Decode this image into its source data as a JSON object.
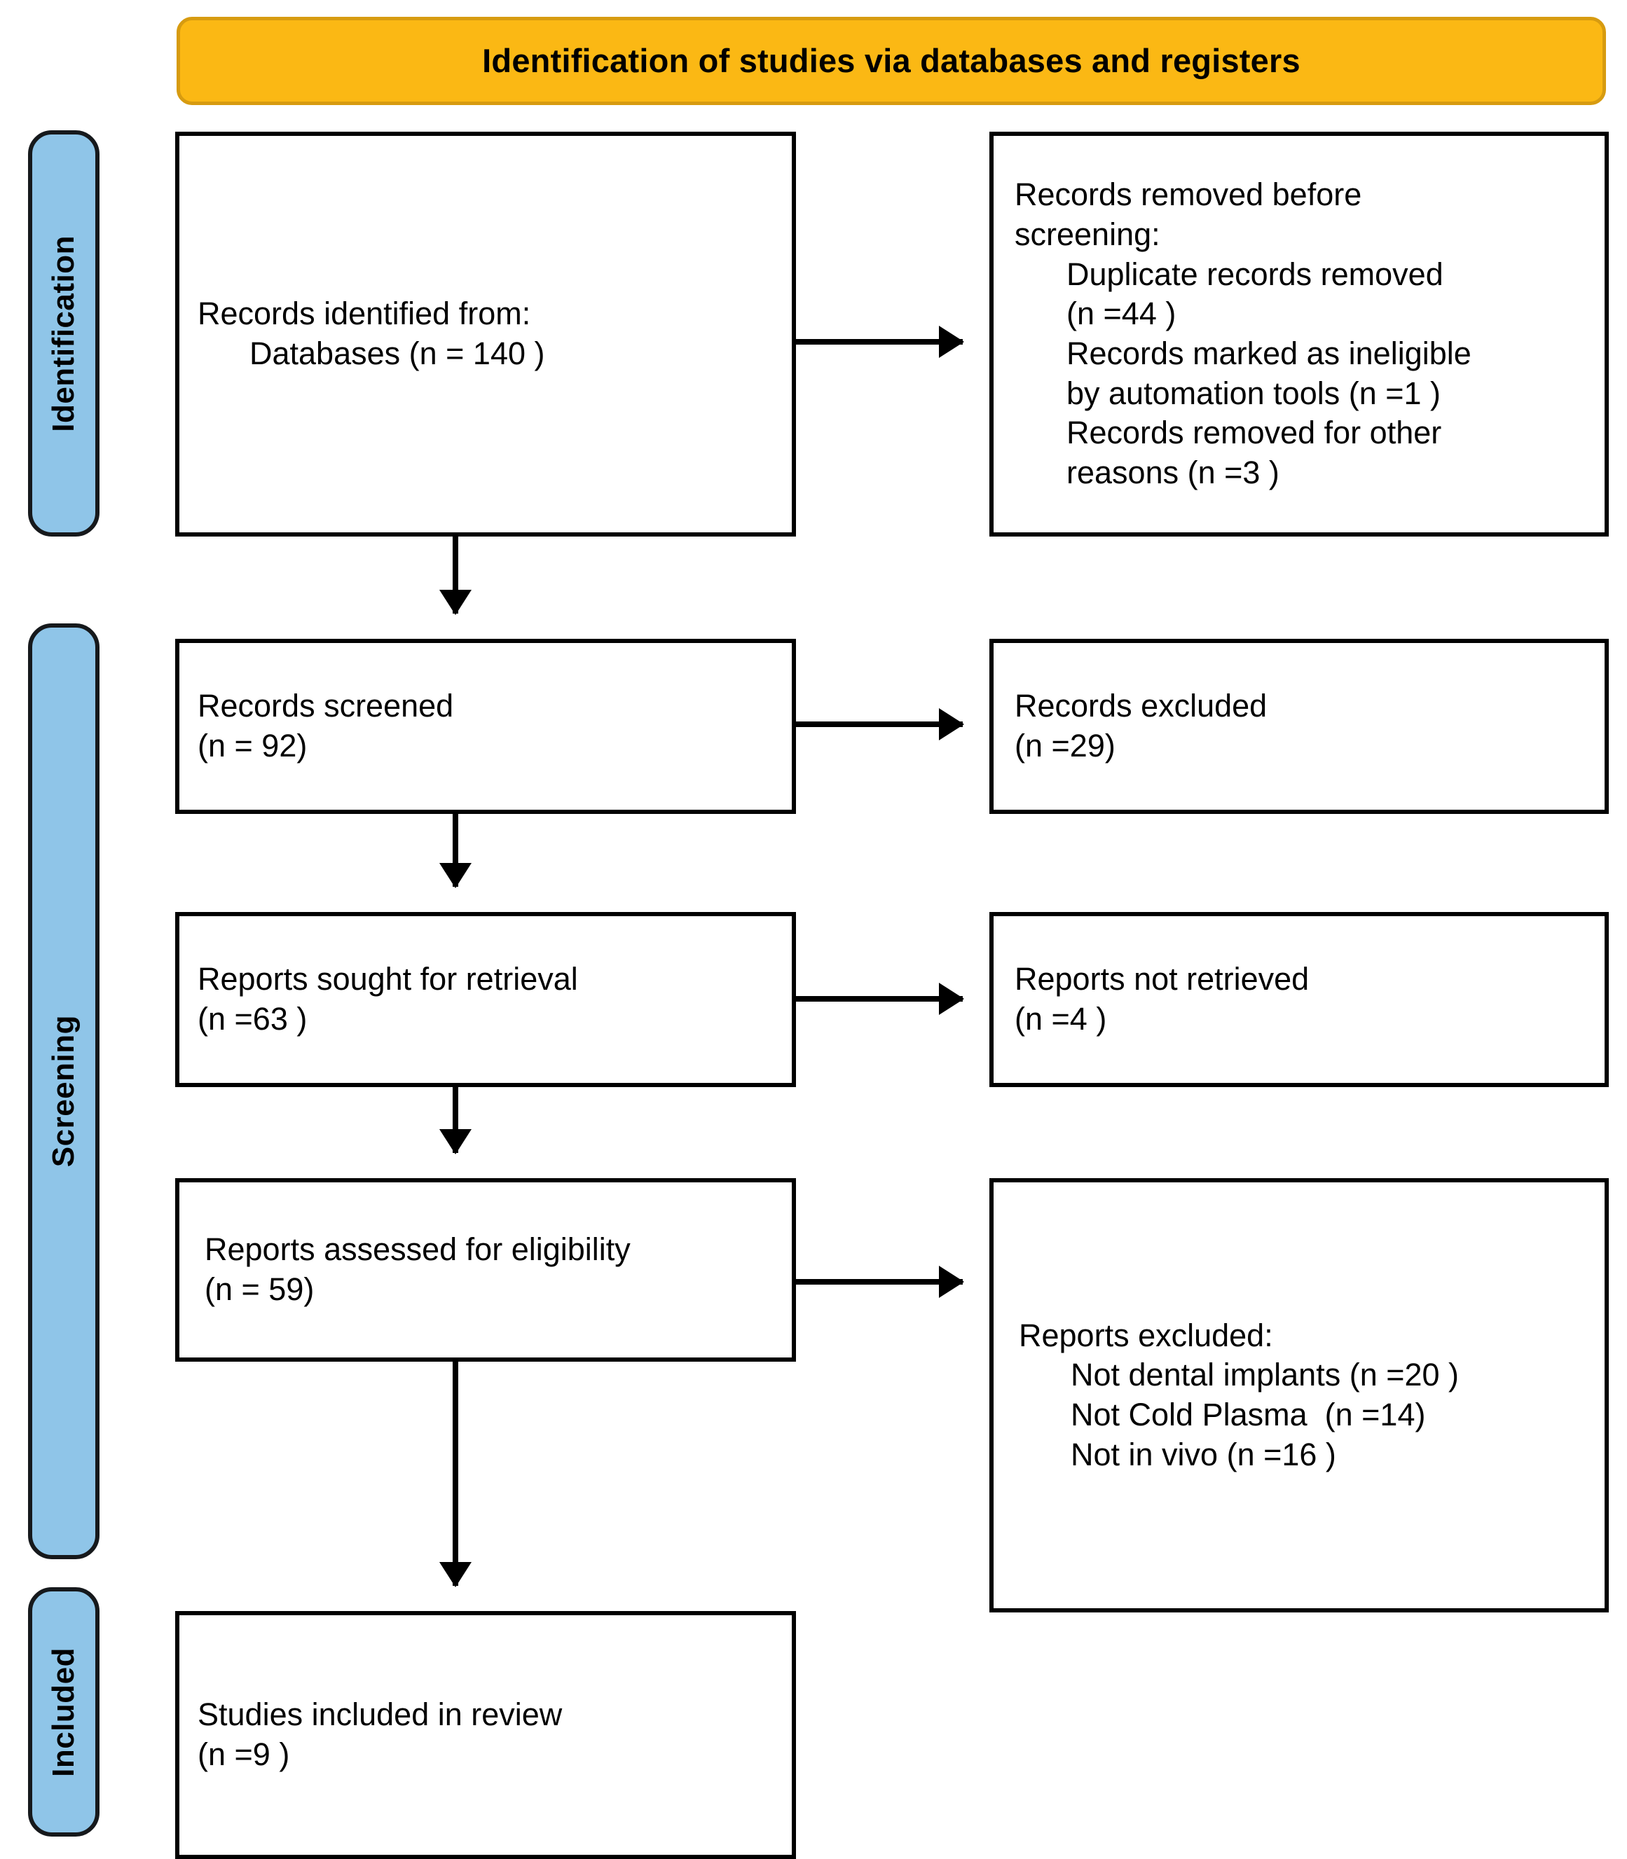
{
  "banner": {
    "title": "Identification of studies via databases and registers"
  },
  "stages": [
    {
      "id": "identification",
      "label": "Identification"
    },
    {
      "id": "screening",
      "label": "Screening"
    },
    {
      "id": "included",
      "label": "Included"
    }
  ],
  "boxes": {
    "identified": {
      "line1": "Records identified from:",
      "line2": "Databases (n = 140 )"
    },
    "removed": {
      "line1_prefix": "Records removed ",
      "line1_italic": "before",
      "line2_italic": "screening",
      "line2_suffix": ":",
      "item1": "Duplicate records removed",
      "item2": "(n =44 )",
      "item3": "Records marked as ineligible",
      "item4": "by automation tools (n =1 )",
      "item5": "Records removed for other",
      "item6": "reasons (n =3 )"
    },
    "screened": {
      "line1": "Records screened",
      "line2": "(n = 92)"
    },
    "records_excluded": {
      "line1": "Records excluded",
      "line2": "(n =29)"
    },
    "sought": {
      "line1": "Reports sought for retrieval",
      "line2": "(n =63 )"
    },
    "not_retrieved": {
      "line1": "Reports not retrieved",
      "line2": "(n =4 )"
    },
    "assessed": {
      "line1": "Reports assessed for eligibility",
      "line2": "(n = 59)"
    },
    "reports_excluded": {
      "line1": "Reports excluded:",
      "item1": "Not dental implants (n =20 )",
      "item2": "Not Cold Plasma  (n =14)",
      "item3": "Not in vivo (n =16 )"
    },
    "included": {
      "line1": "Studies included in review",
      "line2": "(n =9 )"
    }
  },
  "colors": {
    "banner_fill": "#FBB814",
    "banner_border": "#D79B10",
    "stage_fill": "#8FC5E8",
    "stage_border": "#16191C",
    "box_border": "#000000",
    "text": "#000000"
  }
}
